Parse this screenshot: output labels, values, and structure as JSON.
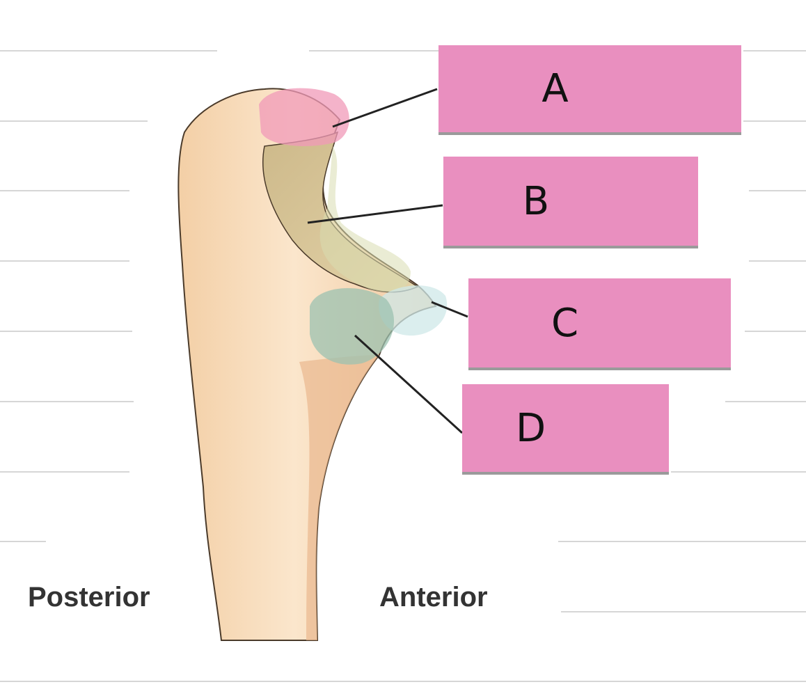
{
  "orientation": {
    "posterior": "Posterior",
    "anterior": "Anterior"
  },
  "labels": [
    "A",
    "B",
    "C",
    "D"
  ],
  "colors": {
    "label_fill": "#e98fbf",
    "bone": "#f6d8b4",
    "region_a": "#f09ab8",
    "region_b": "#d8dcb0",
    "region_c": "#cfe8e8",
    "region_d": "#9cc2b0"
  }
}
